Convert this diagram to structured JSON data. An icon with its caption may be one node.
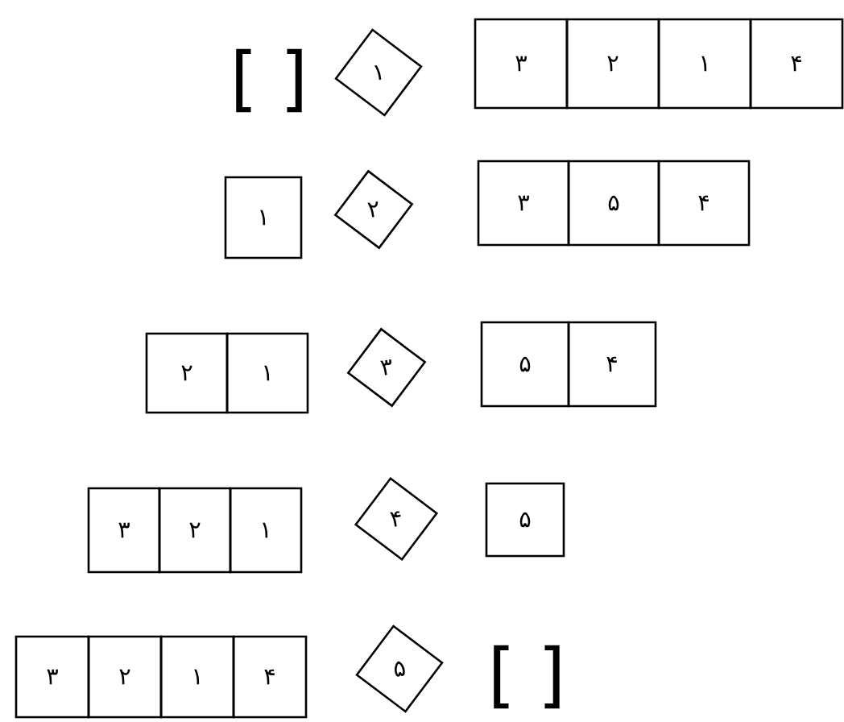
{
  "diagram": {
    "nodes": [
      {
        "text": [
          "۱"
        ]
      },
      {
        "text": [
          "۳"
        ]
      },
      {
        "text": [
          "۲"
        ]
      },
      {
        "text": [
          "۱"
        ]
      },
      {
        "text": [
          "۴"
        ]
      },
      {
        "text": [
          "۱"
        ]
      },
      {
        "text": [
          "۲"
        ]
      },
      {
        "text": [
          "۳"
        ]
      },
      {
        "text": [
          "۵"
        ]
      },
      {
        "text": [
          "۴"
        ]
      },
      {
        "text": [
          "۲"
        ]
      },
      {
        "text": [
          "۱"
        ]
      },
      {
        "text": [
          "۳"
        ]
      },
      {
        "text": [
          "۵"
        ]
      },
      {
        "text": [
          "۴"
        ]
      },
      {
        "text": [
          "۳"
        ]
      },
      {
        "text": [
          "۲"
        ]
      },
      {
        "text": [
          "۱"
        ]
      },
      {
        "text": [
          "۴"
        ]
      },
      {
        "text": [
          "۵"
        ]
      },
      {
        "text": [
          "۳"
        ]
      },
      {
        "text": [
          "۲"
        ]
      },
      {
        "text": [
          "۱"
        ]
      },
      {
        "text": [
          "۴"
        ]
      },
      {
        "text": [
          "۵"
        ]
      }
    ],
    "labels": [
      "[ ]",
      "[ ]"
    ]
  }
}
